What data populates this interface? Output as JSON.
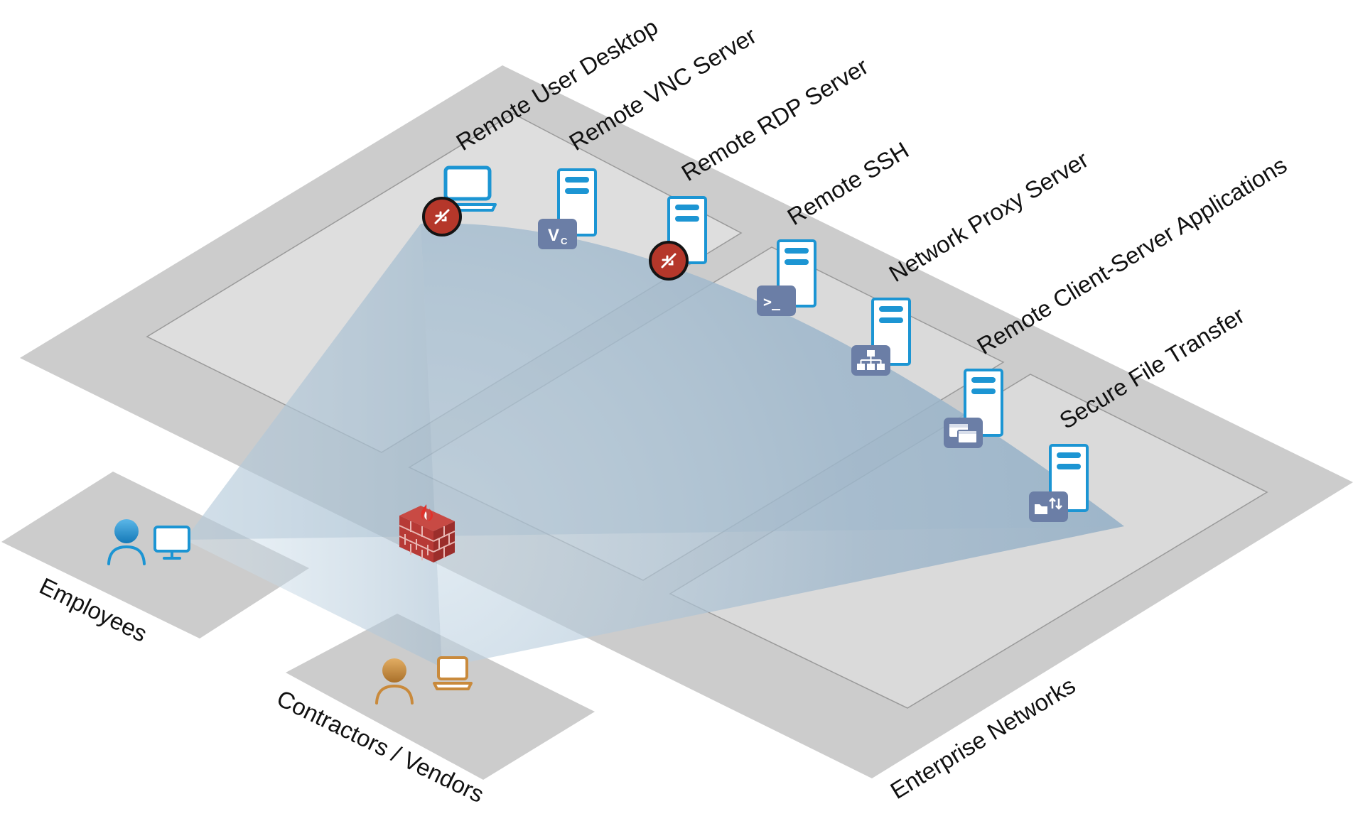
{
  "labels": {
    "remote_user_desktop": "Remote User Desktop",
    "remote_vnc_server": "Remote VNC Server",
    "remote_rdp_server": "Remote RDP Server",
    "remote_ssh": "Remote SSH",
    "network_proxy_server": "Network Proxy Server",
    "remote_client_server_apps": "Remote Client-Server Applications",
    "secure_file_transfer": "Secure File Transfer",
    "enterprise_networks": "Enterprise Networks",
    "employees": "Employees",
    "contractors_vendors": "Contractors / Vendors"
  },
  "badges": {
    "vnc": "V",
    "vnc_small": "C",
    "ssh_prompt": ">_"
  },
  "colors": {
    "platform": "#cccccc",
    "zone": "#dedede",
    "zone_stroke": "#9a9a9a",
    "beam": "#9db6cb",
    "device_blue": "#1c95d3",
    "badge_slate": "#6b7ea6",
    "rdp_red": "#b5372a",
    "firewall_red": "#b73a36",
    "contractor_orange": "#c98a3c"
  },
  "icons": [
    "laptop-icon",
    "server-icon",
    "vnc-icon",
    "rdp-icon",
    "ssh-terminal-icon",
    "network-topology-icon",
    "windows-icon",
    "file-transfer-icon",
    "firewall-icon",
    "user-icon",
    "monitor-icon"
  ]
}
